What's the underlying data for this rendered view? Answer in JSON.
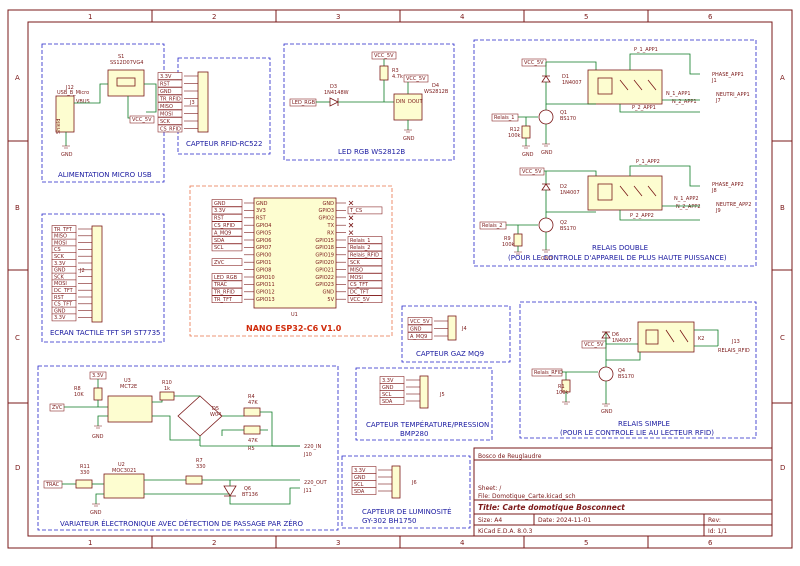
{
  "frame": {
    "cols": [
      "1",
      "2",
      "3",
      "4",
      "5",
      "6"
    ],
    "rows": [
      "A",
      "B",
      "C",
      "D"
    ]
  },
  "blocks": {
    "power": {
      "title": "ALIMENTATION MICRO USB",
      "j12": "J12",
      "j12_val": "USB_B_Micro",
      "s1": "S1",
      "s1_val": "SS12D07VG4",
      "vbus": "VBUS",
      "vcc": "VCC_5V",
      "gnd": "GND",
      "shield": "Shield"
    },
    "rfid": {
      "title": "CAPTEUR RFID-RC522",
      "ref": "J3",
      "pins": [
        "3.3V",
        "RST",
        "GND",
        "TR_RFID",
        "MISO",
        "MOSI",
        "SCK",
        "CS_RFID"
      ]
    },
    "led": {
      "title": "LED RGB WS2812B",
      "d3": "D3",
      "d3_val": "1N4148W",
      "r3": "R3",
      "r3_val": "4.7k",
      "d4": "D4",
      "d4_val": "WS2812B",
      "vcc": "VCC_5V",
      "label": "LED_RGB",
      "din": "DIN",
      "dout": "DOUT",
      "gnd": "GND"
    },
    "relay_double": {
      "title1": "RELAIS DOUBLE",
      "title2": "(POUR LE CONTROLE D'APPAREIL DE PLUS HAUTE PUISSANCE)",
      "vcc": "VCC_5V",
      "d1": "D1",
      "d1_val": "1N4007",
      "d2": "D2",
      "d2_val": "1N4007",
      "q1": "Q1",
      "q1_val": "BS170",
      "q2": "Q2",
      "q2_val": "BS170",
      "r12": "R12",
      "r12_val": "100k",
      "r9": "R9",
      "r9_val": "100k",
      "relais1": "Relais_1",
      "relais2": "Relais_2",
      "net_p1": "P_1_APP1",
      "net_p2a": "P_2_APP1",
      "net_n1": "N_1_APP1",
      "net_n2": "N_2_APP1",
      "net_p1b": "P_1_APP2",
      "net_p2b": "P_2_APP2",
      "net_n1b": "N_1_APP2",
      "net_n2b": "N_2_APP2",
      "j1": "J1",
      "j1_lbl": "PHASE_APP1",
      "j7": "J7",
      "j7_lbl": "NEUTRI_APP1",
      "j8": "J8",
      "j8_lbl": "PHASE_APP2",
      "j9": "J9",
      "j9_lbl": "NEUTRE_APP2",
      "gnd": "GND"
    },
    "tft": {
      "title": "ECRAN TACTILE TFT SPI ST7735",
      "ref": "J2",
      "pins": [
        "TR_TFT",
        "MISO",
        "MOSI",
        "CS",
        "SCK",
        "3.3V",
        "GND",
        "SCK",
        "MOSI",
        "DC_TFT",
        "RST",
        "CS_TFT",
        "GND",
        "3.3V"
      ]
    },
    "mcu": {
      "title": "NANO ESP32-C6 V1.0",
      "ref": "U1",
      "left_labels": [
        "GND",
        "3.3V",
        "RST",
        "CS_RFID",
        "A_MQ9",
        "SDA",
        "SCL",
        "",
        "ZVC",
        "",
        "LED_RGB",
        "TRAC",
        "TR_RFID",
        "TR_TFT"
      ],
      "left_pins": [
        "GND",
        "3V3",
        "RST",
        "GPIO4",
        "GPIO5",
        "GPIO6",
        "GPIO7",
        "GPIO0",
        "GPIO1",
        "GPIO8",
        "GPIO10",
        "GPIO11",
        "GPIO12",
        "GPIO13"
      ],
      "right_pins": [
        "GND",
        "GPIO3",
        "GPIO2",
        "TX",
        "RX",
        "GPIO15",
        "GPIO18",
        "GPIO19",
        "GPIO20",
        "GPIO21",
        "GPIO22",
        "GPIO23",
        "GND",
        "5V"
      ],
      "right_labels": [
        "",
        "T_CS",
        "",
        "",
        "",
        "Relais_1",
        "Relais_2",
        "Relais_RFID",
        "SCK",
        "MISO",
        "MOSI",
        "CS_TFT",
        "DC_TFT",
        "VCC_5V"
      ]
    },
    "mq9": {
      "title": "CAPTEUR GAZ MQ9",
      "ref": "J4",
      "pins": [
        "VCC_5V",
        "GND",
        "A_MQ9"
      ]
    },
    "relay_simple": {
      "title1": "RELAIS SIMPLE",
      "title2": "(POUR LE CONTROLE LIE AU LECTEUR RFID)",
      "vcc": "VCC_5V",
      "d6": "D6",
      "d6_val": "1N4007",
      "q4": "Q4",
      "q4_val": "BS170",
      "r1": "R1",
      "r1_val": "100k",
      "k": "K2",
      "label_in": "Relais_RFID",
      "j13": "J13",
      "j13_lbl": "RELAIS_RFID",
      "gnd": "GND"
    },
    "dimmer": {
      "title": "VARIATEUR ÉLECTRONIQUE AVEC DÉTECTION DE PASSAGE PAR ZÉRO",
      "r8": "R8",
      "r8_val": "10K",
      "v33": "3.3V",
      "u3": "U3",
      "u3_val": "MCT2E",
      "r10": "R10",
      "r10_val": "1k",
      "d5": "D5",
      "d5_val": "W04",
      "r4": "R4",
      "r4_val": "47K",
      "r5": "R5",
      "r5_val": "47K",
      "zvc": "ZVC",
      "trac": "TRAC",
      "r11": "R11",
      "r11_val": "330",
      "u2": "U2",
      "u2_val": "MOC3021",
      "r7": "R7",
      "r7_val": "330",
      "q6": "Q6",
      "q6_val": "BT136",
      "j10": "J10",
      "j10_lbl": "220_IN",
      "j11": "J11",
      "j11_lbl": "220_OUT",
      "gnd": "GND"
    },
    "bmp": {
      "title1": "CAPTEUR TEMPÉRATURE/PRESSION",
      "title2": "BMP280",
      "ref": "J5",
      "pins": [
        "3.3V",
        "GND",
        "SCL",
        "SDA"
      ]
    },
    "lux": {
      "title1": "CAPTEUR DE LUMINOSITÉ",
      "title2": "GY-302 BH1750",
      "ref": "J6",
      "pins": [
        "3.3V",
        "GND",
        "SCL",
        "SDA"
      ]
    }
  },
  "titleblock": {
    "company": "Bosco de Reuglaudre",
    "sheet": "Sheet: /",
    "file": "File: Domotique_Carte.kicad_sch",
    "title": "Title: Carte domotique Bosconnect",
    "size": "Size: A4",
    "date": "Date: 2024-11-01",
    "rev": "Rev:",
    "kicad": "KiCad E.D.A. 8.0.3",
    "id": "Id: 1/1"
  }
}
